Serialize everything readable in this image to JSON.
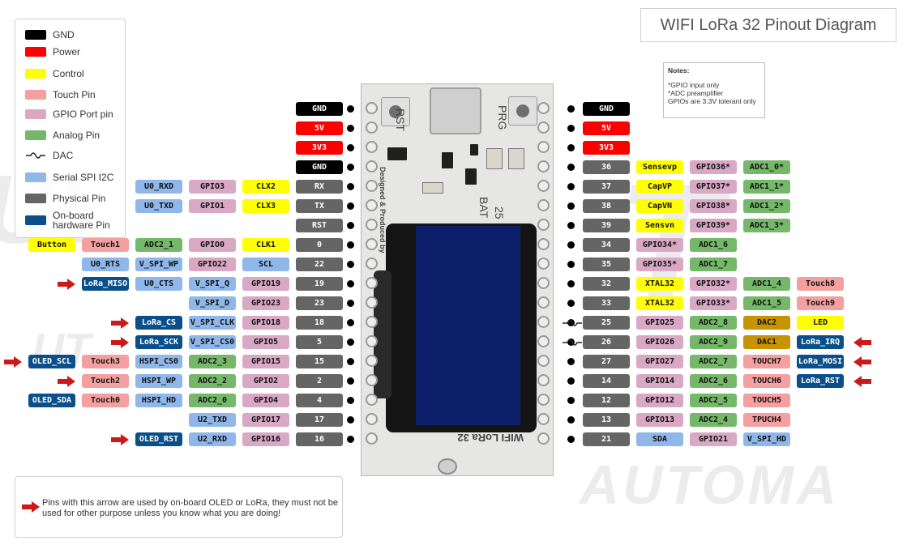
{
  "title": "WIFI LoRa 32 Pinout Diagram",
  "colors": {
    "gnd": "#000000",
    "power": "#ff0000",
    "control": "#ffff00",
    "touch": "#f4a0a0",
    "gpio": "#d8a8c4",
    "analog": "#76b86a",
    "spi": "#8fb7ea",
    "physical": "#656565",
    "hardware": "#0b4f8a",
    "dac": "#c79300",
    "arrow": "#cc1a1a"
  },
  "legend": [
    {
      "label": "GND",
      "color": "#000000"
    },
    {
      "label": "Power",
      "color": "#ff0000"
    },
    {
      "label": "Control",
      "color": "#ffff00"
    },
    {
      "label": "Touch Pin",
      "color": "#f4a0a0"
    },
    {
      "label": "GPIO Port pin",
      "color": "#d8a8c4"
    },
    {
      "label": "Analog Pin",
      "color": "#76b86a"
    },
    {
      "label": "DAC",
      "color": "",
      "icon": "wave-icon"
    },
    {
      "label": "Serial SPI I2C",
      "color": "#8fb7ea"
    },
    {
      "label": "Physical Pin",
      "color": "#656565"
    },
    {
      "label": "On-board\nhardware Pin",
      "color": "#0b4f8a"
    }
  ],
  "notes": {
    "heading": "Notes:",
    "lines": [
      "*GPIO input only",
      "*ADC preamplifier",
      "GPIOs are  3.3V tolerant only"
    ]
  },
  "warning": "Pins with this arrow are used by on-board OLED or LoRa, they must not be used for other purpose unless you know what you are doing!",
  "board": {
    "rst": "RST",
    "prg": "PRG",
    "bat": "BAT",
    "num": "25",
    "brand": "WIFI LoRa 32",
    "designed": "Designed & Produced by"
  },
  "left_pins": [
    {
      "labels": [
        {
          "t": "GND",
          "c": "gnd"
        }
      ]
    },
    {
      "labels": [
        {
          "t": "5V",
          "c": "power"
        }
      ]
    },
    {
      "labels": [
        {
          "t": "3V3",
          "c": "power"
        }
      ]
    },
    {
      "labels": [
        {
          "t": "GND",
          "c": "gnd"
        }
      ]
    },
    {
      "labels": [
        {
          "t": "RX",
          "c": "physical"
        },
        {
          "t": "CLX2",
          "c": "control"
        },
        {
          "t": "GPIO3",
          "c": "gpio"
        },
        {
          "t": "U0_RXD",
          "c": "spi"
        }
      ]
    },
    {
      "labels": [
        {
          "t": "TX",
          "c": "physical"
        },
        {
          "t": "CLX3",
          "c": "control"
        },
        {
          "t": "GPIO1",
          "c": "gpio"
        },
        {
          "t": "U0_TXD",
          "c": "spi"
        }
      ]
    },
    {
      "labels": [
        {
          "t": "RST",
          "c": "physical"
        }
      ]
    },
    {
      "labels": [
        {
          "t": "0",
          "c": "physical"
        },
        {
          "t": "CLK1",
          "c": "control"
        },
        {
          "t": "GPIO0",
          "c": "gpio"
        },
        {
          "t": "ADC2_1",
          "c": "analog"
        },
        {
          "t": "Touch1",
          "c": "touch"
        },
        {
          "t": "Button",
          "c": "control"
        }
      ]
    },
    {
      "labels": [
        {
          "t": "22",
          "c": "physical"
        },
        {
          "t": "SCL",
          "c": "spi"
        },
        {
          "t": "GPIO22",
          "c": "gpio"
        },
        {
          "t": "V_SPI_WP",
          "c": "spi"
        },
        {
          "t": "U0_RTS",
          "c": "spi"
        }
      ]
    },
    {
      "arrow": true,
      "labels": [
        {
          "t": "19",
          "c": "physical"
        },
        {
          "t": "GPIO19",
          "c": "gpio"
        },
        {
          "t": "V_SPI_Q",
          "c": "spi"
        },
        {
          "t": "U0_CTS",
          "c": "spi"
        },
        {
          "t": "LoRa_MISO",
          "c": "hardware"
        }
      ]
    },
    {
      "labels": [
        {
          "t": "23",
          "c": "physical"
        },
        {
          "t": "GPIO23",
          "c": "gpio"
        },
        {
          "t": "V_SPI_D",
          "c": "spi"
        }
      ]
    },
    {
      "arrow": true,
      "labels": [
        {
          "t": "18",
          "c": "physical"
        },
        {
          "t": "GPIO18",
          "c": "gpio"
        },
        {
          "t": "V_SPI_CLK",
          "c": "spi"
        },
        {
          "t": "LoRa_CS",
          "c": "hardware"
        }
      ]
    },
    {
      "arrow": true,
      "labels": [
        {
          "t": "5",
          "c": "physical"
        },
        {
          "t": "GPIO5",
          "c": "gpio"
        },
        {
          "t": "V_SPI_CS0",
          "c": "spi"
        },
        {
          "t": "LoRa_SCK",
          "c": "hardware"
        }
      ]
    },
    {
      "arrow": true,
      "labels": [
        {
          "t": "15",
          "c": "physical"
        },
        {
          "t": "GPIO15",
          "c": "gpio"
        },
        {
          "t": "ADC2_3",
          "c": "analog"
        },
        {
          "t": "HSPI_CS0",
          "c": "spi"
        },
        {
          "t": "Touch3",
          "c": "touch"
        },
        {
          "t": "OLED_SCL",
          "c": "hardware"
        }
      ]
    },
    {
      "arrow": true,
      "labels": [
        {
          "t": "2",
          "c": "physical"
        },
        {
          "t": "GPIO2",
          "c": "gpio"
        },
        {
          "t": "ADC2_2",
          "c": "analog"
        },
        {
          "t": "HSPI_WP",
          "c": "spi"
        },
        {
          "t": "Touch2",
          "c": "touch"
        }
      ]
    },
    {
      "labels": [
        {
          "t": "4",
          "c": "physical"
        },
        {
          "t": "GPIO4",
          "c": "gpio"
        },
        {
          "t": "ADC2_0",
          "c": "analog"
        },
        {
          "t": "HSPI_HD",
          "c": "spi"
        },
        {
          "t": "Touch0",
          "c": "touch"
        },
        {
          "t": "OLED_SDA",
          "c": "hardware"
        }
      ]
    },
    {
      "labels": [
        {
          "t": "17",
          "c": "physical"
        },
        {
          "t": "GPIO17",
          "c": "gpio"
        },
        {
          "t": "U2_TXD",
          "c": "spi"
        }
      ]
    },
    {
      "arrow": true,
      "labels": [
        {
          "t": "16",
          "c": "physical"
        },
        {
          "t": "GPIO16",
          "c": "gpio"
        },
        {
          "t": "U2_RXD",
          "c": "spi"
        },
        {
          "t": "OLED_RST",
          "c": "hardware"
        }
      ]
    }
  ],
  "right_pins": [
    {
      "labels": [
        {
          "t": "GND",
          "c": "gnd"
        }
      ]
    },
    {
      "labels": [
        {
          "t": "5V",
          "c": "power"
        }
      ]
    },
    {
      "labels": [
        {
          "t": "3V3",
          "c": "power"
        }
      ]
    },
    {
      "labels": [
        {
          "t": "36",
          "c": "physical"
        },
        {
          "t": "Sensevp",
          "c": "control"
        },
        {
          "t": "GPIO36*",
          "c": "gpio"
        },
        {
          "t": "ADC1_0*",
          "c": "analog"
        }
      ]
    },
    {
      "labels": [
        {
          "t": "37",
          "c": "physical"
        },
        {
          "t": "CapVP",
          "c": "control"
        },
        {
          "t": "GPIO37*",
          "c": "gpio"
        },
        {
          "t": "ADC1_1*",
          "c": "analog"
        }
      ]
    },
    {
      "labels": [
        {
          "t": "38",
          "c": "physical"
        },
        {
          "t": "CapVN",
          "c": "control"
        },
        {
          "t": "GPIO38*",
          "c": "gpio"
        },
        {
          "t": "ADC1_2*",
          "c": "analog"
        }
      ]
    },
    {
      "labels": [
        {
          "t": "39",
          "c": "physical"
        },
        {
          "t": "Sensvn",
          "c": "control"
        },
        {
          "t": "GPIO39*",
          "c": "gpio"
        },
        {
          "t": "ADC1_3*",
          "c": "analog"
        }
      ]
    },
    {
      "labels": [
        {
          "t": "34",
          "c": "physical"
        },
        {
          "t": "GPIO34*",
          "c": "gpio"
        },
        {
          "t": "ADC1_6",
          "c": "analog"
        }
      ]
    },
    {
      "labels": [
        {
          "t": "35",
          "c": "physical"
        },
        {
          "t": "GPIO35*",
          "c": "gpio"
        },
        {
          "t": "ADC1_7",
          "c": "analog"
        }
      ]
    },
    {
      "labels": [
        {
          "t": "32",
          "c": "physical"
        },
        {
          "t": "XTAL32",
          "c": "control"
        },
        {
          "t": "GPIO32*",
          "c": "gpio"
        },
        {
          "t": "ADC1_4",
          "c": "analog"
        },
        {
          "t": "Touch8",
          "c": "touch"
        }
      ]
    },
    {
      "labels": [
        {
          "t": "33",
          "c": "physical"
        },
        {
          "t": "XTAL32",
          "c": "control"
        },
        {
          "t": "GPIO33*",
          "c": "gpio"
        },
        {
          "t": "ADC1_5",
          "c": "analog"
        },
        {
          "t": "Touch9",
          "c": "touch"
        }
      ]
    },
    {
      "dac": true,
      "labels": [
        {
          "t": "25",
          "c": "physical"
        },
        {
          "t": "GPIO25",
          "c": "gpio"
        },
        {
          "t": "ADC2_8",
          "c": "analog"
        },
        {
          "t": "DAC2",
          "c": "dac"
        },
        {
          "t": "LED",
          "c": "control"
        }
      ]
    },
    {
      "dac": true,
      "arrow": true,
      "labels": [
        {
          "t": "26",
          "c": "physical"
        },
        {
          "t": "GPIO26",
          "c": "gpio"
        },
        {
          "t": "ADC2_9",
          "c": "analog"
        },
        {
          "t": "DAC1",
          "c": "dac"
        },
        {
          "t": "LoRa_IRQ",
          "c": "hardware"
        }
      ]
    },
    {
      "arrow": true,
      "labels": [
        {
          "t": "27",
          "c": "physical"
        },
        {
          "t": "GPIO27",
          "c": "gpio"
        },
        {
          "t": "ADC2_7",
          "c": "analog"
        },
        {
          "t": "TOUCH7",
          "c": "touch"
        },
        {
          "t": "LoRa_MOSI",
          "c": "hardware"
        }
      ]
    },
    {
      "arrow": true,
      "labels": [
        {
          "t": "14",
          "c": "physical"
        },
        {
          "t": "GPIO14",
          "c": "gpio"
        },
        {
          "t": "ADC2_6",
          "c": "analog"
        },
        {
          "t": "TOUCH6",
          "c": "touch"
        },
        {
          "t": "LoRa_RST",
          "c": "hardware"
        }
      ]
    },
    {
      "labels": [
        {
          "t": "12",
          "c": "physical"
        },
        {
          "t": "GPIO12",
          "c": "gpio"
        },
        {
          "t": "ADC2_5",
          "c": "analog"
        },
        {
          "t": "TOUCH5",
          "c": "touch"
        }
      ]
    },
    {
      "labels": [
        {
          "t": "13",
          "c": "physical"
        },
        {
          "t": "GPIO13",
          "c": "gpio"
        },
        {
          "t": "ADC2_4",
          "c": "analog"
        },
        {
          "t": "TPUCH4",
          "c": "touch"
        }
      ]
    },
    {
      "labels": [
        {
          "t": "21",
          "c": "physical"
        },
        {
          "t": "SDA",
          "c": "spi"
        },
        {
          "t": "GPIO21",
          "c": "gpio"
        },
        {
          "t": "V_SPI_HD",
          "c": "spi"
        }
      ]
    }
  ]
}
